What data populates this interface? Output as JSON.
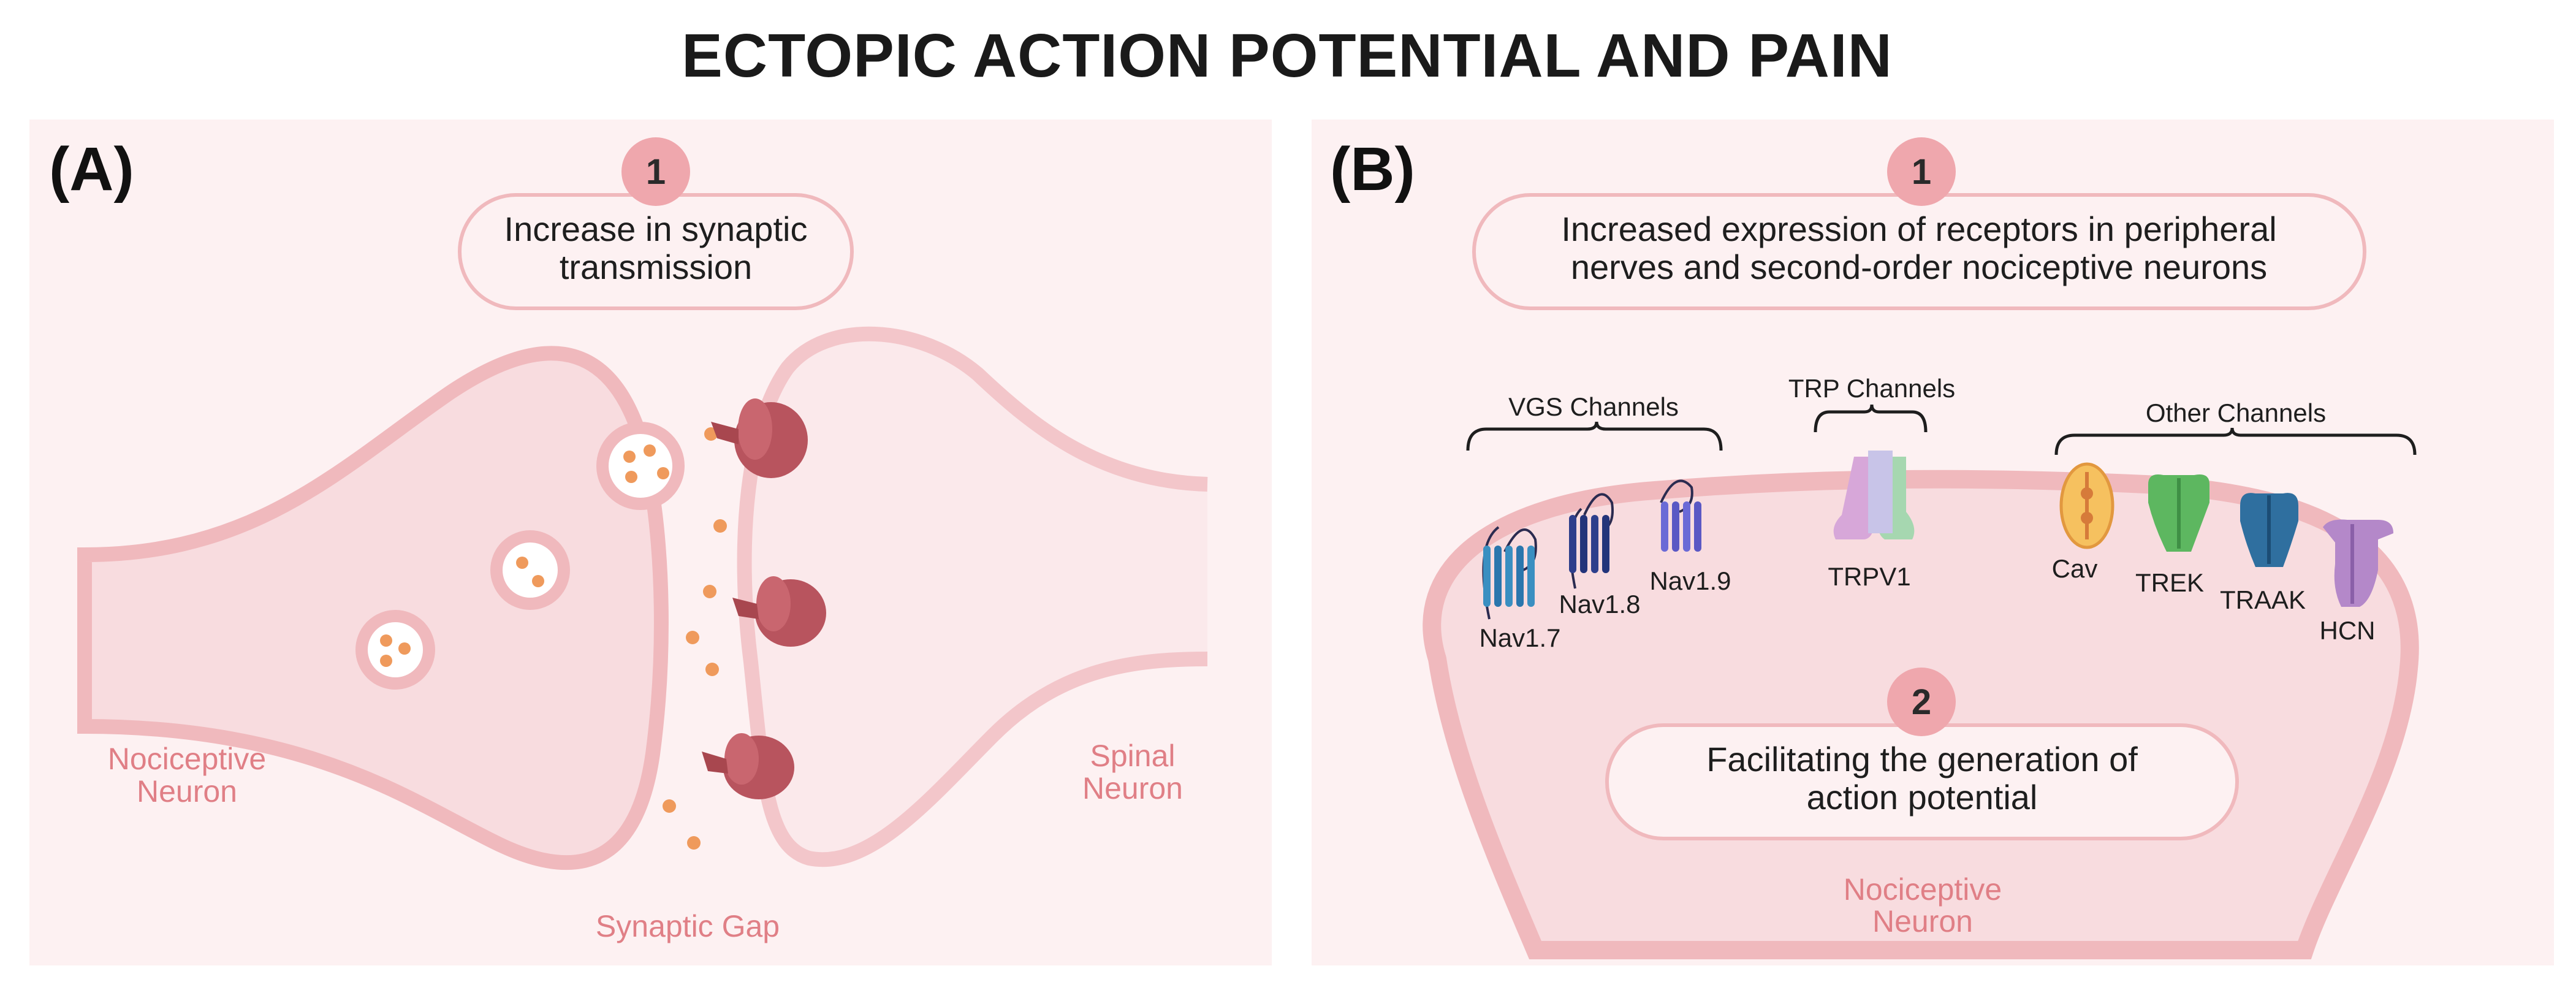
{
  "title": "ECTOPIC ACTION POTENTIAL AND PAIN",
  "colors": {
    "panel_bg": "#fdf1f2",
    "membrane": "#f0b9bd",
    "neuron_fill": "#f8dcdf",
    "badge": "#efa7ad",
    "vesicle_dot": "#ef9a5c",
    "receptor": "#b8545e",
    "label_pink": "#e07f86"
  },
  "panel_a": {
    "label": "(A)",
    "step_number": "1",
    "step_text_line1": "Increase in synaptic",
    "step_text_line2": "transmission",
    "presynaptic_label_line1": "Nociceptive",
    "presynaptic_label_line2": "Neuron",
    "postsynaptic_label_line1": "Spinal",
    "postsynaptic_label_line2": "Neuron",
    "gap_label": "Synaptic Gap"
  },
  "panel_b": {
    "label": "(B)",
    "step1_number": "1",
    "step1_text_line1": "Increased expression of receptors in peripheral",
    "step1_text_line2": "nerves and second-order nociceptive neurons",
    "step2_number": "2",
    "step2_text_line1": "Facilitating the generation of",
    "step2_text_line2": "action potential",
    "neuron_label_line1": "Nociceptive",
    "neuron_label_line2": "Neuron",
    "groups": {
      "vgs": "VGS Channels",
      "trp": "TRP Channels",
      "other": "Other Channels"
    },
    "channels": {
      "nav17": "Nav1.7",
      "nav18": "Nav1.8",
      "nav19": "Nav1.9",
      "trpv1": "TRPV1",
      "cav": "Cav",
      "trek": "TREK",
      "traak": "TRAAK",
      "hcn": "HCN"
    }
  }
}
